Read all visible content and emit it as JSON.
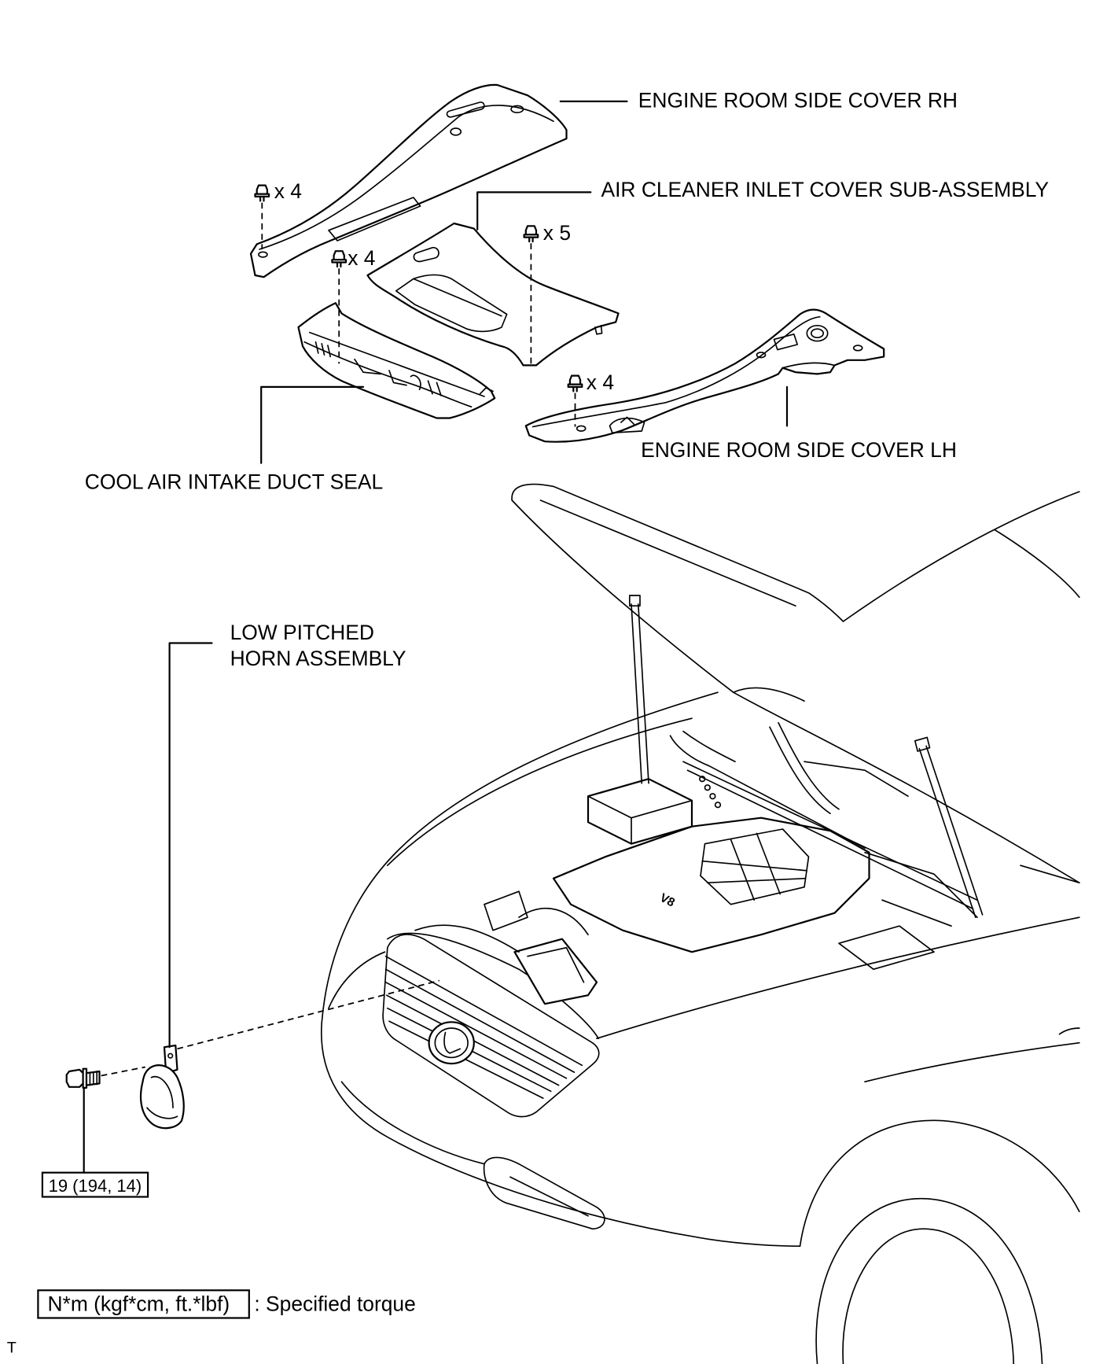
{
  "labels": {
    "engine_room_side_cover_rh": "ENGINE ROOM SIDE COVER RH",
    "air_cleaner_inlet_cover": "AIR CLEANER INLET COVER SUB-ASSEMBLY",
    "engine_room_side_cover_lh": "ENGINE ROOM SIDE COVER LH",
    "cool_air_intake_duct_seal": "COOL AIR INTAKE DUCT SEAL",
    "low_pitched_horn_line1": "LOW PITCHED",
    "low_pitched_horn_line2": "HORN ASSEMBLY"
  },
  "fastener_counts": {
    "rh_cover": "x 4",
    "inlet_cover": "x 5",
    "duct_seal": "x 4",
    "lh_cover": "x 4"
  },
  "torque": {
    "horn_bolt": "19 (194, 14)"
  },
  "legend": {
    "unit_box": "N*m (kgf*cm, ft.*lbf)",
    "description": ": Specified torque"
  },
  "engine_badge": "V8",
  "corner_mark": "T",
  "colors": {
    "line": "#000000",
    "background": "#ffffff"
  }
}
